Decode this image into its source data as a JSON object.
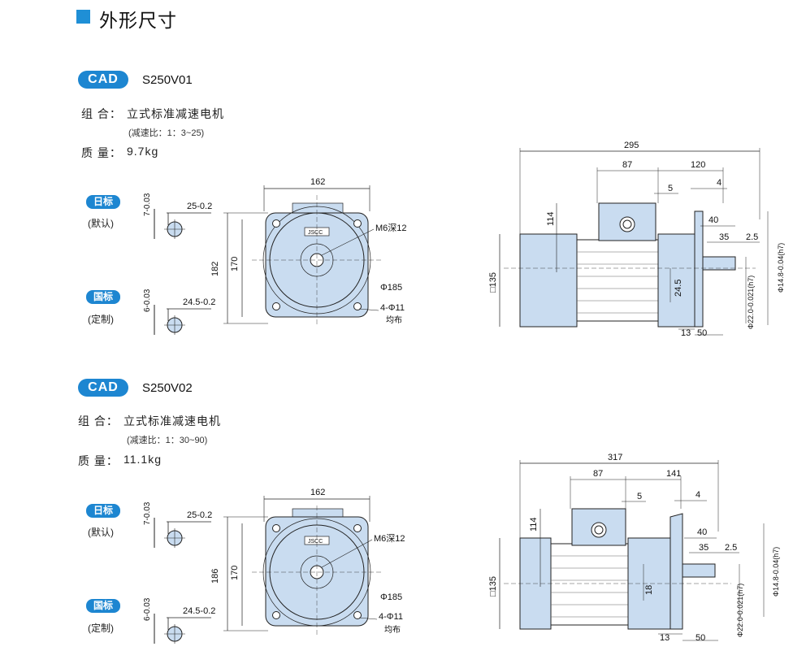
{
  "header": {
    "title": "外形尺寸"
  },
  "sections": [
    {
      "cad_label": "CAD",
      "model": "S250V01",
      "combo_label": "组 合：",
      "combo_value": "立式标准减速电机",
      "ratio_note": "(减速比：1：3~25)",
      "mass_label": "质 量：",
      "mass_value": "9.7kg",
      "std_jp": {
        "badge": "日标",
        "note": "(默认)",
        "dim_v": "7-0.03",
        "dim_h": "25-0.2"
      },
      "std_cn": {
        "badge": "国标",
        "note": "(定制)",
        "dim_v": "6-0.03",
        "dim_h": "24.5-0.2"
      },
      "front": {
        "width": "162",
        "height_outer": "182",
        "height_inner": "170",
        "tap": "M6深12",
        "pcd": "Φ185",
        "holes": "4-Φ11",
        "holes_note": "均布",
        "nameplate": "JSCC"
      },
      "side": {
        "total": "295",
        "gear": "87",
        "motor": "120",
        "d5": "5",
        "d4": "4",
        "h114": "114",
        "d40": "40",
        "d35": "35",
        "d25": "2.5",
        "sq135": "□135",
        "h245": "24.5",
        "d13": "13",
        "d50": "50",
        "shaft1": "Φ22.0-0.021(h7)",
        "shaft2": "Φ14.8-0.04(h7)"
      }
    },
    {
      "cad_label": "CAD",
      "model": "S250V02",
      "combo_label": "组 合：",
      "combo_value": "立式标准减速电机",
      "ratio_note": "(减速比：1：30~90)",
      "mass_label": "质 量：",
      "mass_value": "11.1kg",
      "std_jp": {
        "badge": "日标",
        "note": "(默认)",
        "dim_v": "7-0.03",
        "dim_h": "25-0.2"
      },
      "std_cn": {
        "badge": "国标",
        "note": "(定制)",
        "dim_v": "6-0.03",
        "dim_h": "24.5-0.2"
      },
      "front": {
        "width": "162",
        "height_outer": "186",
        "height_inner": "170",
        "tap": "M6深12",
        "pcd": "Φ185",
        "holes": "4-Φ11",
        "holes_note": "均布",
        "nameplate": "JSCC"
      },
      "side": {
        "total": "317",
        "gear": "87",
        "motor": "141",
        "d5": "5",
        "d4": "4",
        "h114": "114",
        "d40": "40",
        "d35": "35",
        "d25": "2.5",
        "sq135": "□135",
        "h245": "18",
        "d13": "13",
        "d50": "50",
        "shaft1": "Φ22.0-0.021(h7)",
        "shaft2": "Φ14.8-0.04(h7)"
      }
    }
  ],
  "colors": {
    "accent": "#1d86d1",
    "part_fill": "#c9dcf0",
    "line": "#222222"
  }
}
